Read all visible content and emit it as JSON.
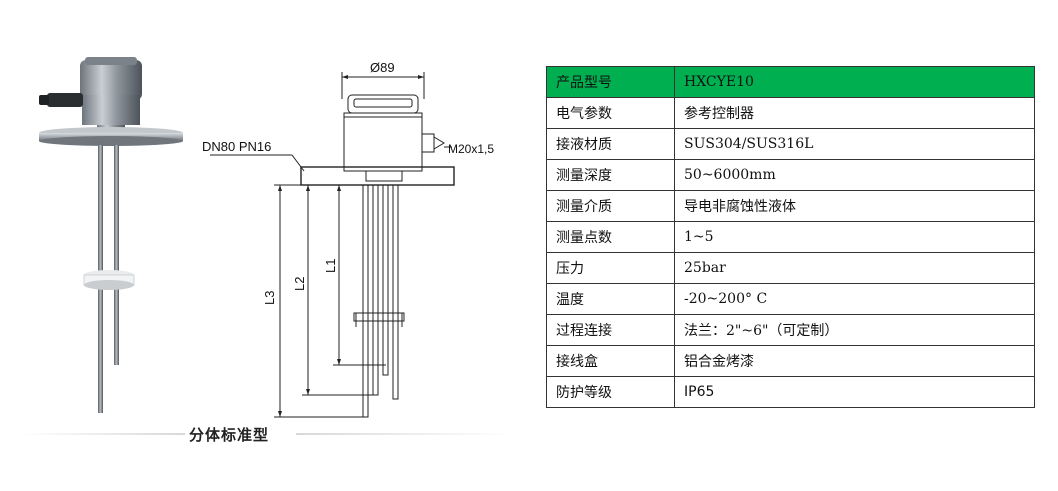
{
  "figure": {
    "caption": "分体标准型",
    "diameter_label": "Ø89",
    "flange_label": "DN80 PN16",
    "thread_label": "M20x1,5",
    "dim_l1": "L1",
    "dim_l2": "L2",
    "dim_l3": "L3"
  },
  "colors": {
    "header_bg": "#00b050",
    "border": "#333333"
  },
  "spec_table": [
    {
      "key": "产品型号",
      "value": "HXCYE10"
    },
    {
      "key": "电气参数",
      "value": "参考控制器"
    },
    {
      "key": "接液材质",
      "value": "SUS304/SUS316L"
    },
    {
      "key": "测量深度",
      "value": "50~6000mm"
    },
    {
      "key": "测量介质",
      "value": "导电非腐蚀性液体"
    },
    {
      "key": "测量点数",
      "value": "1~5"
    },
    {
      "key": "压力",
      "value": "25bar"
    },
    {
      "key": "温度",
      "value": "-20~200° C"
    },
    {
      "key": "过程连接",
      "value": "法兰：2\"~6\"（可定制）"
    },
    {
      "key": "接线盒",
      "value": "铝合金烤漆"
    },
    {
      "key": "防护等级",
      "value": "IP65"
    }
  ]
}
